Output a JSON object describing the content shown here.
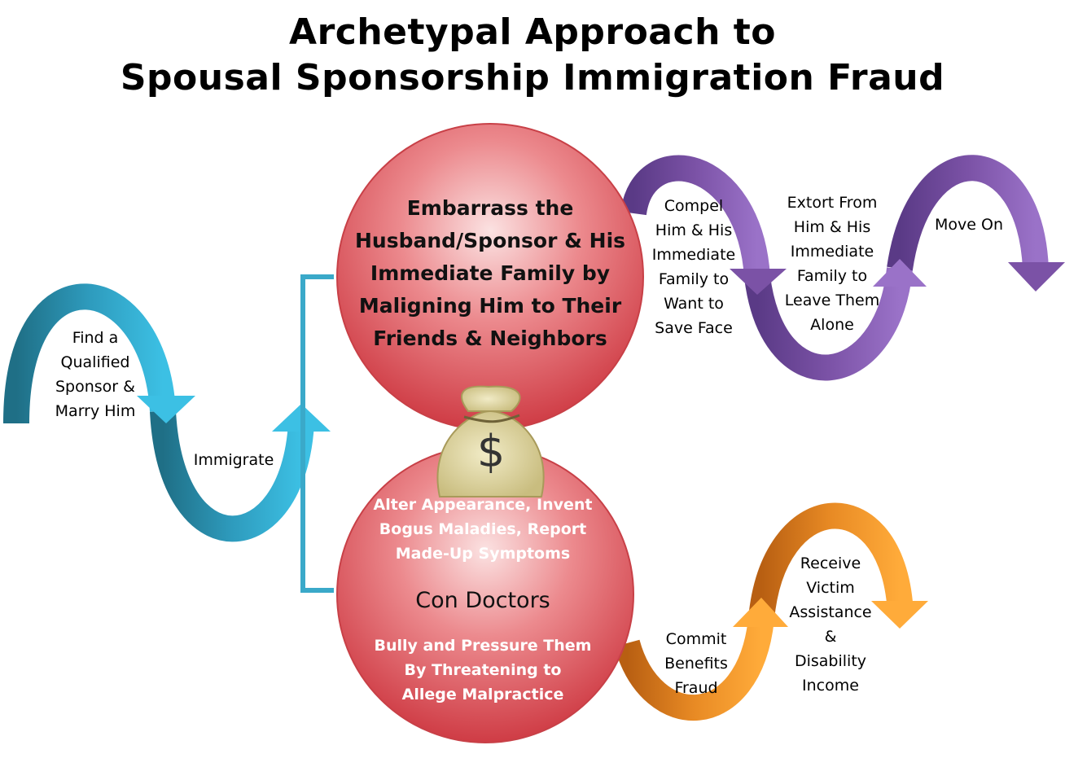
{
  "title": {
    "line1": "Archetypal Approach to",
    "line2": "Spousal Sponsorship Immigration Fraud"
  },
  "steps": {
    "find_sponsor": [
      "Find a",
      "Qualified",
      "Sponsor &",
      "Marry Him"
    ],
    "immigrate": "Immigrate",
    "embarrass": [
      "Embarrass the",
      "Husband/Sponsor & His",
      "Immediate Family by",
      "Maligning Him to Their",
      "Friends & Neighbors"
    ],
    "con_doctors_top": [
      "Alter Appearance, Invent",
      "Bogus Maladies, Report",
      "Made-Up Symptoms"
    ],
    "con_doctors": "Con Doctors",
    "con_doctors_bottom": [
      "Bully and Pressure Them",
      "By Threatening to",
      "Allege Malpractice"
    ],
    "compel": [
      "Compel",
      "Him & His",
      "Immediate",
      "Family to",
      "Want to",
      "Save Face"
    ],
    "extort": [
      "Extort From",
      "Him & His",
      "Immediate",
      "Family to",
      "Leave Them",
      "Alone"
    ],
    "move_on": "Move On",
    "commit_fraud": [
      "Commit",
      "Benefits",
      "Fraud"
    ],
    "receive": [
      "Receive",
      "Victim",
      "Assistance",
      "&",
      "Disability",
      "Income"
    ]
  },
  "money_bag_symbol": "$",
  "colors": {
    "teal": "#2e9bbd",
    "circle_red": "#e0555d",
    "purple": "#7b52a6",
    "orange": "#e88a24",
    "bag": "#d9cf9a"
  }
}
